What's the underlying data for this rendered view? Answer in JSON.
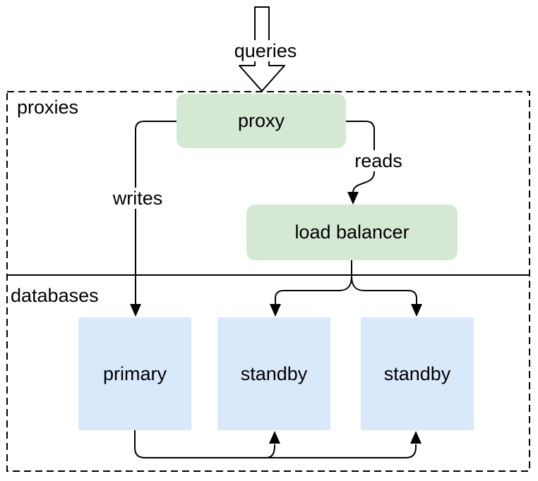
{
  "diagram": {
    "top_arrow_label": "queries",
    "groups": {
      "proxies_label": "proxies",
      "databases_label": "databases"
    },
    "nodes": {
      "proxy": "proxy",
      "load_balancer": "load balancer",
      "primary": "primary",
      "standby1": "standby",
      "standby2": "standby"
    },
    "edge_labels": {
      "writes": "writes",
      "reads": "reads"
    },
    "colors": {
      "proxy_fill": "#d5e8d4",
      "database_fill": "#dae8fc",
      "line": "#000000",
      "background": "#ffffff"
    }
  }
}
